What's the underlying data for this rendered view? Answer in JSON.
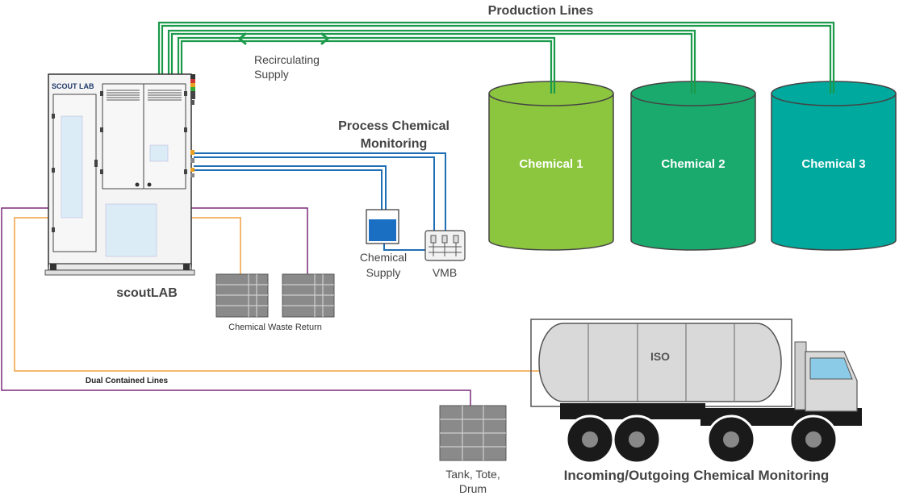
{
  "labels": {
    "production_lines": "Production Lines",
    "recirculating_supply": [
      "Recirculating",
      "Supply"
    ],
    "process_chemical_monitoring": [
      "Process Chemical",
      "Monitoring"
    ],
    "brand": "SCOUT LAB",
    "scoutlab": "scoutLAB",
    "chemical_supply": [
      "Chemical",
      "Supply"
    ],
    "vmb": "VMB",
    "chemical_waste_return": "Chemical Waste Return",
    "dual_contained_lines": "Dual Contained Lines",
    "tank_tote_drum": [
      "Tank, Tote,",
      "Drum"
    ],
    "iso": "ISO",
    "incoming_outgoing": "Incoming/Outgoing Chemical Monitoring"
  },
  "tanks": [
    {
      "label": "Chemical 1",
      "color": "#8cc63f"
    },
    {
      "label": "Chemical 2",
      "color": "#1aaa6e"
    },
    {
      "label": "Chemical 3",
      "color": "#00a99d"
    }
  ],
  "colors": {
    "green_line": "#1a9a4a",
    "blue_line": "#1f6fb5",
    "orange_line": "#f0a040",
    "purple_line": "#7a2a7a",
    "cabinet": "#f4f4f4",
    "grate": "#8a8a8a",
    "truck_body": "#d9d9d9"
  }
}
